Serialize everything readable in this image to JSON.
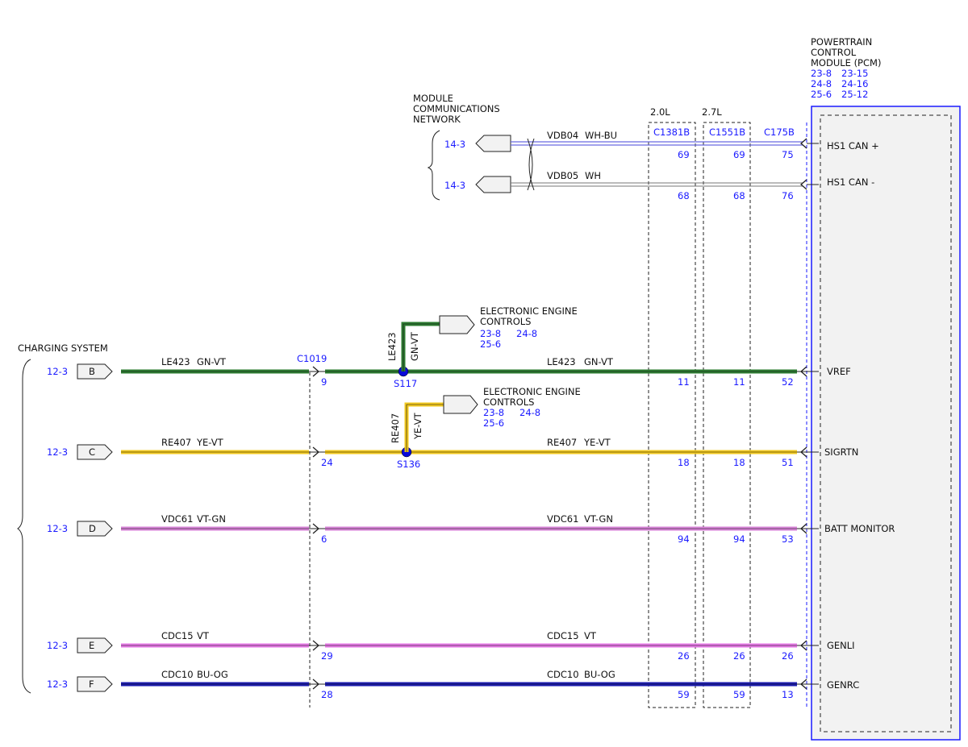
{
  "pcm": {
    "title_lines": [
      "POWERTRAIN",
      "CONTROL",
      "MODULE (PCM)"
    ],
    "refs": [
      [
        "23-8",
        "23-15"
      ],
      [
        "24-8",
        "24-16"
      ],
      [
        "25-6",
        "25-12"
      ]
    ],
    "pins": [
      {
        "label": "HS1 CAN +"
      },
      {
        "label": "HS1 CAN -"
      },
      {
        "label": "VREF"
      },
      {
        "label": "SIGRTN"
      },
      {
        "label": "BATT MONITOR"
      },
      {
        "label": "GENLI"
      },
      {
        "label": "GENRC"
      }
    ],
    "colors": {
      "module_border": "#1a1aff",
      "module_fill": "#f2f2f2"
    }
  },
  "network": {
    "title_lines": [
      "MODULE",
      "COMMUNICATIONS",
      "NETWORK"
    ],
    "connectors": [
      {
        "ref": "14-3",
        "circuit": "VDB04",
        "color": "WH-BU",
        "pins": [
          "69",
          "69",
          "75"
        ]
      },
      {
        "ref": "14-3",
        "circuit": "VDB05",
        "color": "WH",
        "pins": [
          "68",
          "68",
          "76"
        ]
      }
    ]
  },
  "inline_connectors": [
    {
      "engine": "2.0L",
      "name": "C1381B"
    },
    {
      "engine": "2.7L",
      "name": "C1551B"
    },
    {
      "engine": "",
      "name": "C175B"
    }
  ],
  "charging_system": {
    "title": "CHARGING SYSTEM",
    "connector": "C1019"
  },
  "wires": [
    {
      "ref": "12-3",
      "letter": "B",
      "circuit": "LE423",
      "color": "GN-VT",
      "c1019_pin": "9",
      "pins": [
        "11",
        "11",
        "52"
      ],
      "splice": "S117",
      "wire_color": "#2e7d32"
    },
    {
      "ref": "12-3",
      "letter": "C",
      "circuit": "RE407",
      "color": "YE-VT",
      "c1019_pin": "24",
      "pins": [
        "18",
        "18",
        "51"
      ],
      "splice": "S136",
      "wire_color": "#f2c81e"
    },
    {
      "ref": "12-3",
      "letter": "D",
      "circuit": "VDC61",
      "color": "VT-GN",
      "c1019_pin": "6",
      "pins": [
        "94",
        "94",
        "53"
      ],
      "wire_color": "#d783d7"
    },
    {
      "ref": "12-3",
      "letter": "E",
      "circuit": "CDC15",
      "color": "VT",
      "c1019_pin": "29",
      "pins": [
        "26",
        "26",
        "26"
      ],
      "wire_color": "#e678e6"
    },
    {
      "ref": "12-3",
      "letter": "F",
      "circuit": "CDC10",
      "color": "BU-OG",
      "c1019_pin": "28",
      "pins": [
        "59",
        "59",
        "13"
      ],
      "wire_color": "#1c1cb0"
    }
  ],
  "branches": [
    {
      "circuit": "LE423",
      "color": "GN-VT",
      "dest_lines": [
        "ELECTRONIC ENGINE",
        "CONTROLS"
      ],
      "refs": [
        [
          "23-8",
          "24-8"
        ],
        [
          "25-6"
        ]
      ]
    },
    {
      "circuit": "RE407",
      "color": "YE-VT",
      "dest_lines": [
        "ELECTRONIC ENGINE",
        "CONTROLS"
      ],
      "refs": [
        [
          "23-8",
          "24-8"
        ],
        [
          "25-6"
        ]
      ]
    }
  ],
  "colors": {
    "splice_dot": "#0a0ad8",
    "ref_text": "#1a1aff",
    "can_wire": "#6a6ae0"
  }
}
